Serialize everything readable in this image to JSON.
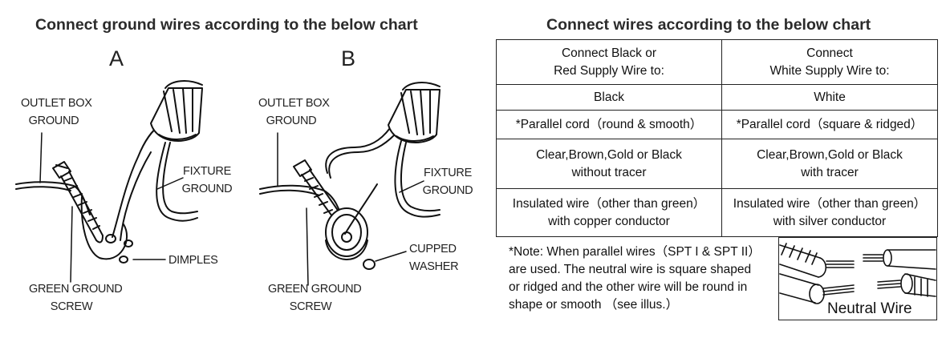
{
  "left_panel": {
    "title": "Connect ground wires according to the below chart",
    "diagram_a": {
      "letter": "A",
      "outlet_label_1": "OUTLET BOX",
      "outlet_label_2": "GROUND",
      "fixture_label_1": "FIXTURE",
      "fixture_label_2": "GROUND",
      "dimples_label": "DIMPLES",
      "screw_label_1": "GREEN GROUND",
      "screw_label_2": "SCREW"
    },
    "diagram_b": {
      "letter": "B",
      "outlet_label_1": "OUTLET BOX",
      "outlet_label_2": "GROUND",
      "fixture_label_1": "FIXTURE",
      "fixture_label_2": "GROUND",
      "washer_label_1": "CUPPED",
      "washer_label_2": "WASHER",
      "screw_label_1": "GREEN GROUND",
      "screw_label_2": "SCREW"
    }
  },
  "right_panel": {
    "title": "Connect wires according to the below chart",
    "table": {
      "headers": [
        [
          "Connect Black or",
          "Red Supply Wire to:"
        ],
        [
          "Connect",
          "White Supply Wire to:"
        ]
      ],
      "rows": [
        [
          [
            "Black"
          ],
          [
            "White"
          ]
        ],
        [
          [
            "*Parallel cord（round & smooth）"
          ],
          [
            "*Parallel cord（square & ridged）"
          ]
        ],
        [
          [
            "Clear,Brown,Gold or Black",
            "without tracer"
          ],
          [
            "Clear,Brown,Gold or Black",
            "with tracer"
          ]
        ],
        [
          [
            "Insulated wire（other than green）",
            "with copper conductor"
          ],
          [
            "Insulated wire（other than green）",
            "with silver conductor"
          ]
        ]
      ]
    },
    "note_lines": [
      "*Note: When parallel wires（SPT I & SPT II）",
      "are used. The neutral wire is square shaped",
      "or ridged and the other wire will be round in",
      "shape or smooth （see illus.）"
    ],
    "neutral_label": "Neutral Wire"
  }
}
